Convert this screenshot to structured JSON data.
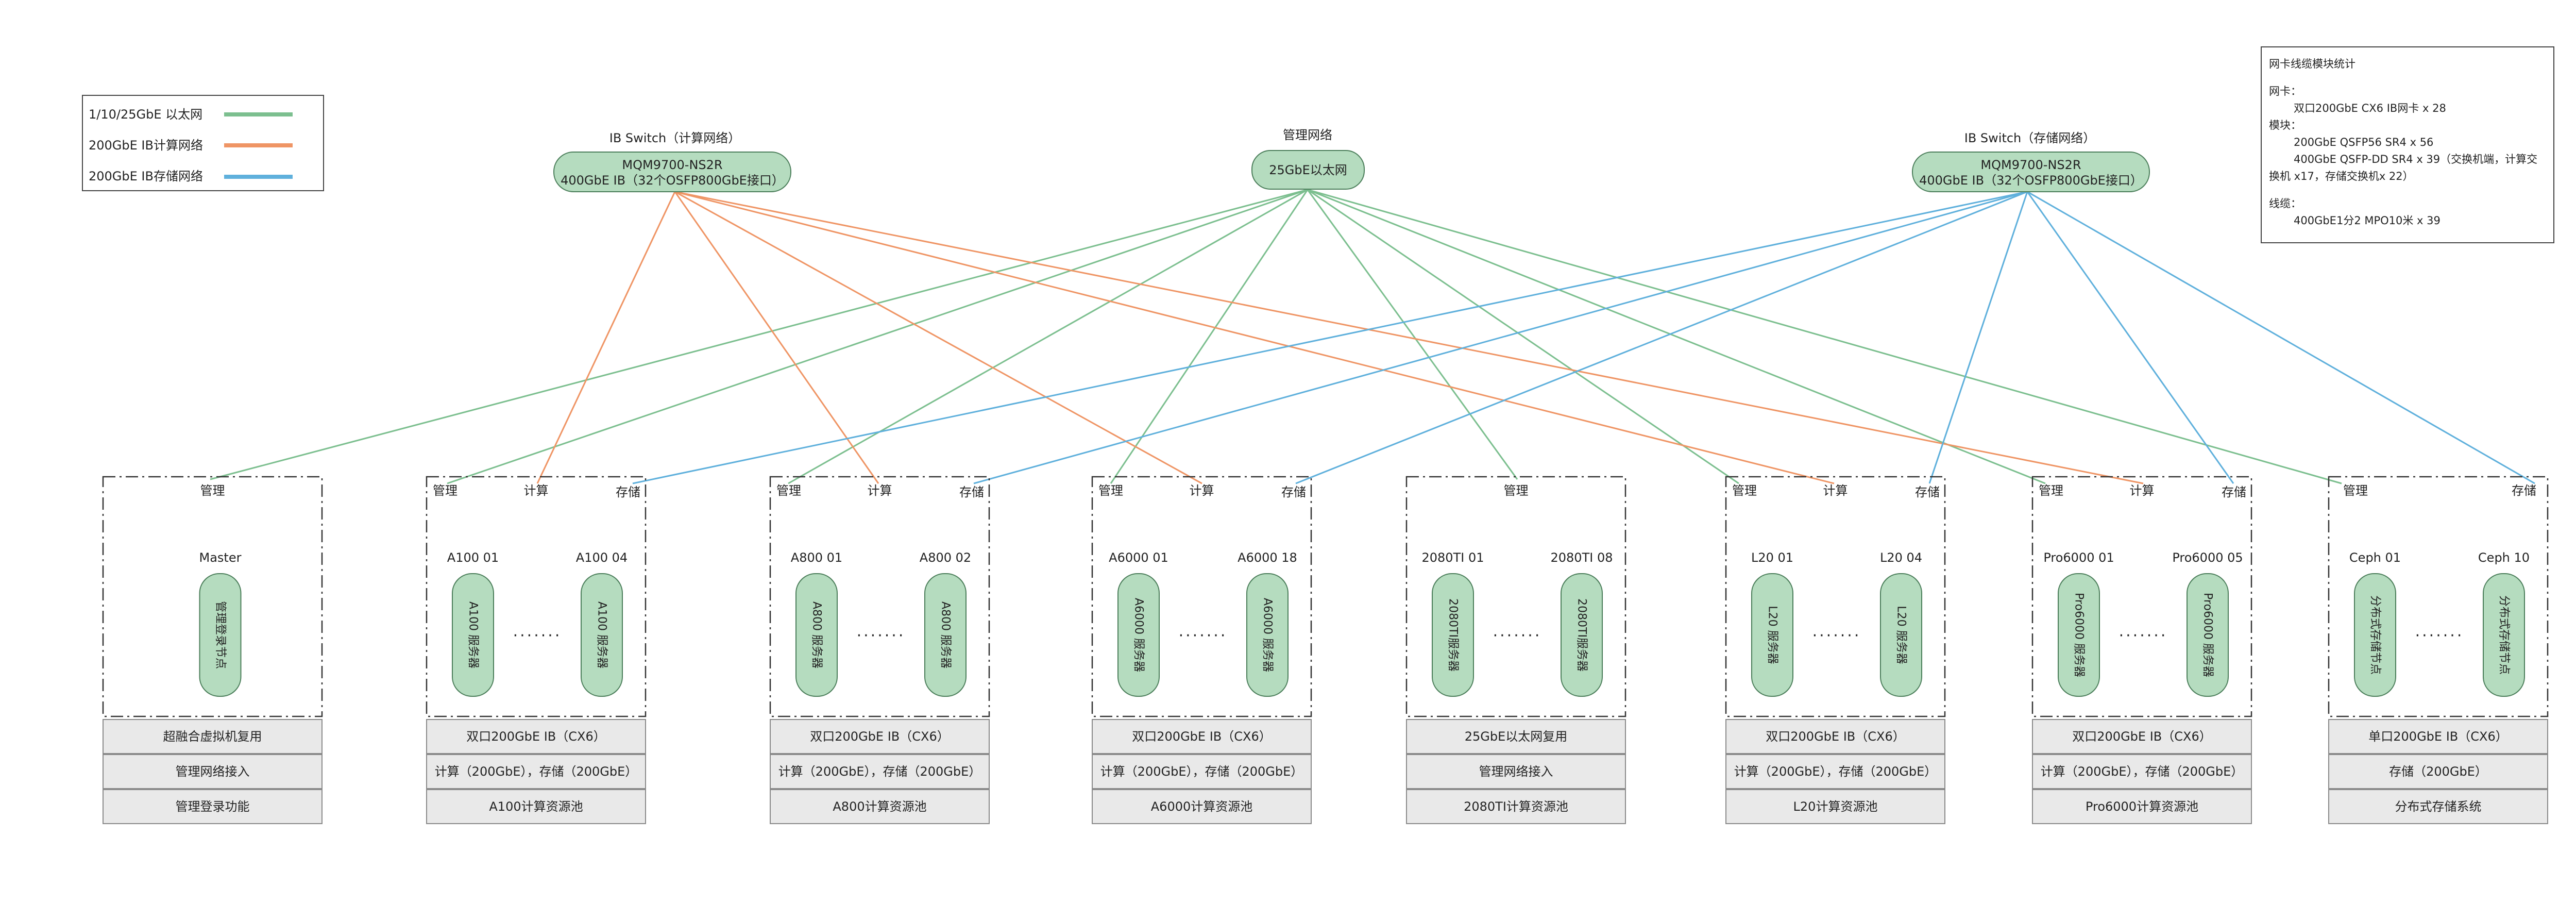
{
  "colors": {
    "ethernet": "#7cbf8f",
    "ib_compute": "#ef9565",
    "ib_storage": "#5fb0dc",
    "node_fill": "#b5dcbf",
    "node_stroke": "#4b7e5a",
    "row_fill": "#e9e9e9"
  },
  "legend": {
    "ethernet": "1/10/25GbE 以太网",
    "ib_compute": "200GbE IB计算网络",
    "ib_storage": "200GbE IB存储网络"
  },
  "switches": {
    "compute": {
      "title": "IB Switch（计算网络）",
      "line1": "MQM9700-NS2R",
      "line2": "400GbE IB（32个OSFP800GbE接口）"
    },
    "mgmt": {
      "title": "管理网络",
      "line1": "25GbE以太网"
    },
    "storage": {
      "title": "IB Switch（存储网络）",
      "line1": "MQM9700-NS2R",
      "line2": "400GbE IB（32个OSFP800GbE接口）"
    }
  },
  "stats": {
    "title": "网卡线缆模块统计",
    "nic_label": "网卡：",
    "nic_1": "双口200GbE CX6 IB网卡 x 28",
    "module_label": "模块：",
    "module_1": "200GbE QSFP56 SR4 x 56",
    "module_2a": "400GbE QSFP-DD SR4 x 39（交换机端，计算交",
    "module_2b": "换机 x17，存储交换机x 22）",
    "cable_label": "线缆：",
    "cable_1": "400GbE1分2 MPO10米 x 39"
  },
  "ports": {
    "mgmt": "管理",
    "compute": "计算",
    "storage": "存储"
  },
  "groups": [
    {
      "id": "master",
      "single": "Master",
      "pill1": "管理登录节点",
      "rows": [
        "超融合虚拟机复用",
        "管理网络接入",
        "管理登录功能"
      ]
    },
    {
      "id": "a100",
      "label1": "A100 01",
      "label2": "A100 04",
      "pill1": "A100 服务器",
      "pill2": "A100 服务器",
      "rows": [
        "双口200GbE IB（CX6）",
        "计算（200GbE），存储（200GbE）",
        "A100计算资源池"
      ]
    },
    {
      "id": "a800",
      "label1": "A800 01",
      "label2": "A800 02",
      "pill1": "A800 服务器",
      "pill2": "A800 服务器",
      "rows": [
        "双口200GbE IB（CX6）",
        "计算（200GbE），存储（200GbE）",
        "A800计算资源池"
      ]
    },
    {
      "id": "a6000",
      "label1": "A6000 01",
      "label2": "A6000 18",
      "pill1": "A6000 服务器",
      "pill2": "A6000 服务器",
      "rows": [
        "双口200GbE IB（CX6）",
        "计算（200GbE），存储（200GbE）",
        "A6000计算资源池"
      ]
    },
    {
      "id": "g2080",
      "label1": "2080TI 01",
      "label2": "2080TI 08",
      "pill1": "2080TI服务器",
      "pill2": "2080TI服务器",
      "rows": [
        "25GbE以太网复用",
        "管理网络接入",
        "2080TI计算资源池"
      ]
    },
    {
      "id": "l20",
      "label1": "L20 01",
      "label2": "L20 04",
      "pill1": "L20 服务器",
      "pill2": "L20 服务器",
      "rows": [
        "双口200GbE IB（CX6）",
        "计算（200GbE），存储（200GbE）",
        "L20计算资源池"
      ]
    },
    {
      "id": "pro6000",
      "label1": "Pro6000 01",
      "label2": "Pro6000 05",
      "pill1": "Pro6000 服务器",
      "pill2": "Pro6000 服务器",
      "rows": [
        "双口200GbE IB（CX6）",
        "计算（200GbE），存储（200GbE）",
        "Pro6000计算资源池"
      ]
    },
    {
      "id": "ceph",
      "label1": "Ceph 01",
      "label2": "Ceph 10",
      "pill1": "分布式存储节点",
      "pill2": "分布式存储节点",
      "rows": [
        "单口200GbE IB（CX6）",
        "存储（200GbE）",
        "分布式存储系统"
      ]
    }
  ]
}
